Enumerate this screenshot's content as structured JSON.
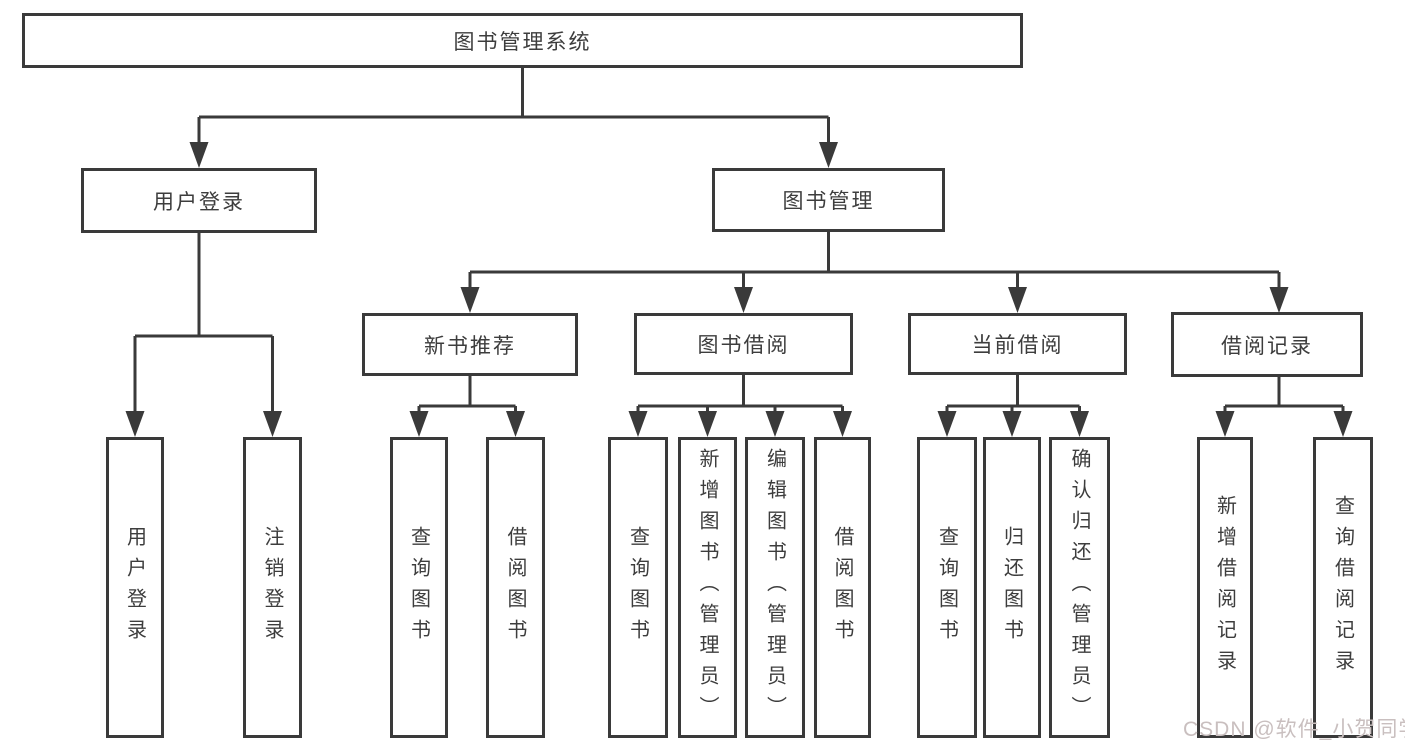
{
  "tree": {
    "label": "图书管理系统",
    "children": [
      {
        "label": "用户登录",
        "children": [
          {
            "label": "用户登录"
          },
          {
            "label": "注销登录"
          }
        ]
      },
      {
        "label": "图书管理",
        "children": [
          {
            "label": "新书推荐",
            "children": [
              {
                "label": "查询图书"
              },
              {
                "label": "借阅图书"
              }
            ]
          },
          {
            "label": "图书借阅",
            "children": [
              {
                "label": "查询图书"
              },
              {
                "label": "新增图书（管理员）"
              },
              {
                "label": "编辑图书（管理员）"
              },
              {
                "label": "借阅图书"
              }
            ]
          },
          {
            "label": "当前借阅",
            "children": [
              {
                "label": "查询图书"
              },
              {
                "label": "归还图书"
              },
              {
                "label": "确认归还（管理员）"
              }
            ]
          },
          {
            "label": "借阅记录",
            "children": [
              {
                "label": "新增借阅记录"
              },
              {
                "label": "查询借阅记录"
              }
            ]
          }
        ]
      }
    ]
  },
  "watermark": "CSDN @软件_小贺同学",
  "colors": {
    "line": "#3a3a3a",
    "border": "#3a3a3a",
    "text": "#3d3d3d",
    "watermark": "#c9bfbf",
    "background": "#ffffff"
  }
}
